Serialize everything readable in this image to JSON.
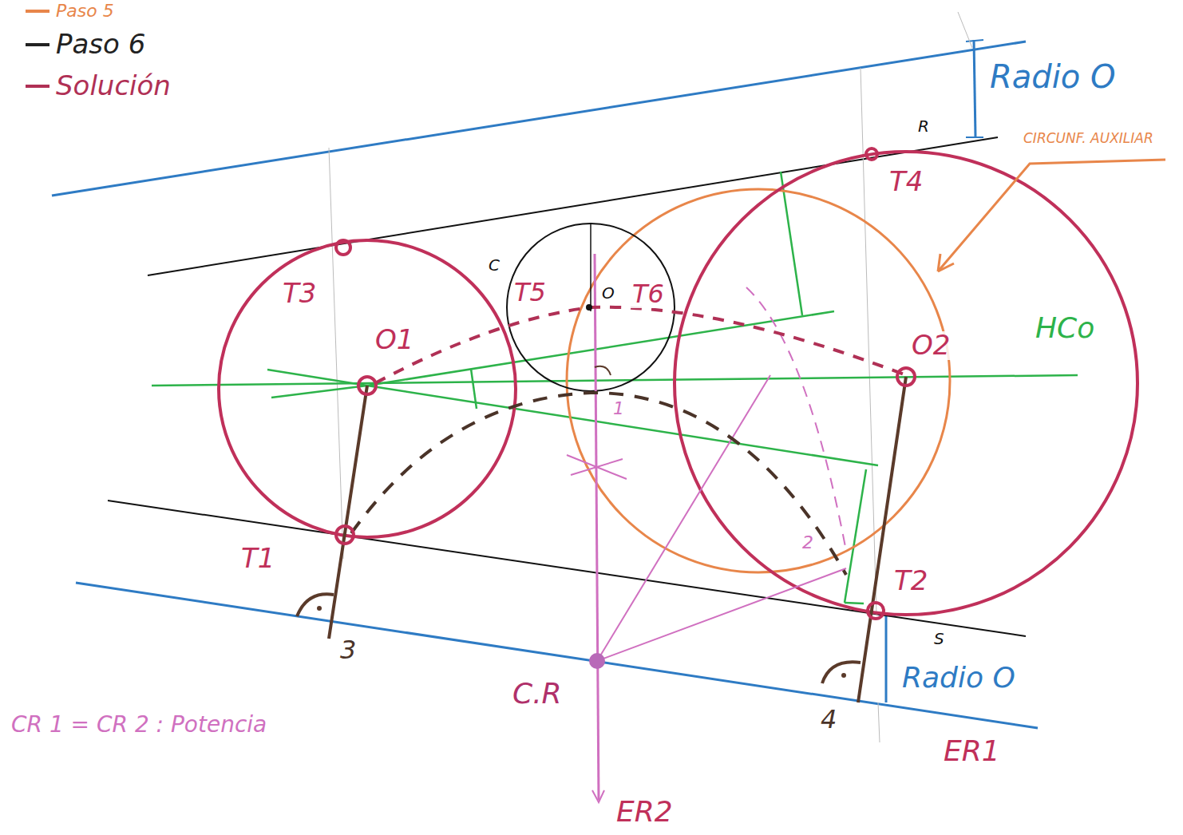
{
  "diagram": {
    "labels": [
      "Radio O",
      "R",
      "CIRCUNF. AUXILIAR",
      "T4",
      "T3",
      "C",
      "T5",
      "O",
      "T6",
      "O1",
      "O2",
      "HCo",
      "1",
      "T1",
      "2",
      "T2",
      "3",
      "S",
      "Radio O",
      "4",
      "C.R",
      "CR 1 = CR 2 : Potencia",
      "ER1",
      "ER2"
    ],
    "legend": [
      {
        "text": "Paso 5"
      },
      {
        "text": "Paso 6"
      },
      {
        "text": "Solución"
      }
    ]
  }
}
